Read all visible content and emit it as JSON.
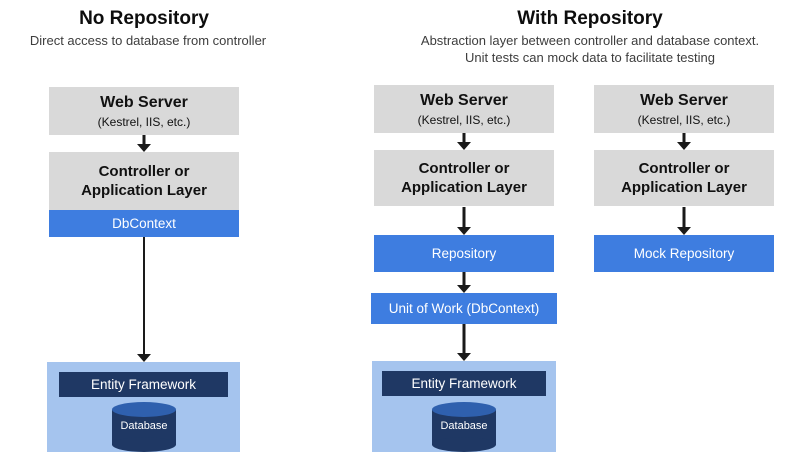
{
  "colors": {
    "gray_box": "#d9d9d9",
    "accent_blue": "#3e7de0",
    "light_blue": "#a5c4ee",
    "navy": "#1f3864",
    "arrow": "#1a1a1a"
  },
  "no_repository": {
    "title": "No Repository",
    "subtitle": "Direct access to database from controller",
    "web_server": {
      "title": "Web Server",
      "subtitle": "(Kestrel, IIS, etc.)"
    },
    "controller_line1": "Controller or",
    "controller_line2": "Application Layer",
    "dbcontext_label": "DbContext",
    "entity_framework_label": "Entity Framework",
    "database_label": "Database"
  },
  "with_repository": {
    "title": "With Repository",
    "subtitle_line1": "Abstraction layer between controller and database context.",
    "subtitle_line2": "Unit tests can mock data to facilitate testing",
    "main_flow": {
      "web_server": {
        "title": "Web Server",
        "subtitle": "(Kestrel, IIS, etc.)"
      },
      "controller_line1": "Controller or",
      "controller_line2": "Application Layer",
      "repository_label": "Repository",
      "unit_of_work_label": "Unit of Work (DbContext)",
      "entity_framework_label": "Entity Framework",
      "database_label": "Database"
    },
    "test_flow": {
      "web_server": {
        "title": "Web Server",
        "subtitle": "(Kestrel, IIS, etc.)"
      },
      "controller_line1": "Controller or",
      "controller_line2": "Application Layer",
      "mock_repository_label": "Mock Repository"
    }
  }
}
